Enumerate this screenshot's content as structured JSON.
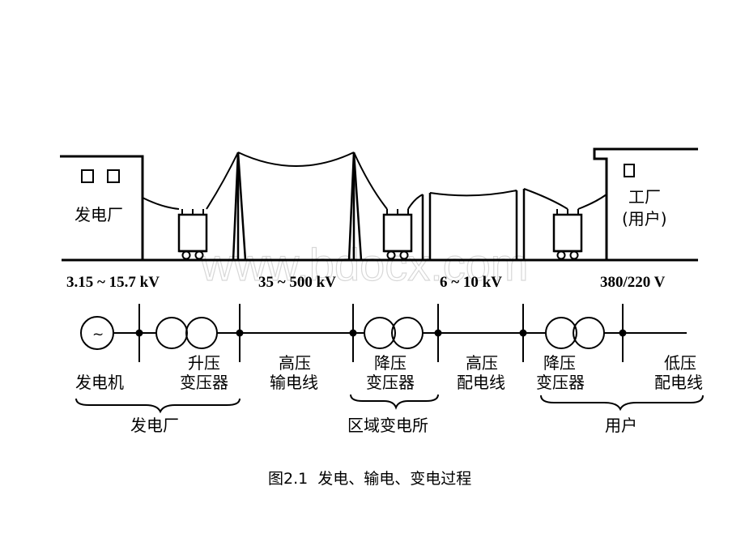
{
  "watermark": "www.bdocx.com",
  "top_scene": {
    "plant_label": "发电厂",
    "factory_label_1": "工厂",
    "factory_label_2": "(用户)",
    "voltages": [
      "3.15 ~ 15.7 kV",
      "35 ~ 500 kV",
      "6 ~ 10 kV",
      "380/220 V"
    ]
  },
  "diagram": {
    "generator_symbol": "~",
    "generator": "发电机",
    "step_up_1": "升压",
    "step_up_2": "变压器",
    "hv_line_1": "高压",
    "hv_line_2": "输电线",
    "step_down_a_1": "降压",
    "step_down_a_2": "变压器",
    "dist_line_1": "高压",
    "dist_line_2": "配电线",
    "step_down_b_1": "降压",
    "step_down_b_2": "变压器",
    "lv_line_1": "低压",
    "lv_line_2": "配电线",
    "group_plant": "发电厂",
    "group_substation": "区域变电所",
    "group_user": "用户"
  },
  "caption": "图2.1  发电、输电、变电过程"
}
